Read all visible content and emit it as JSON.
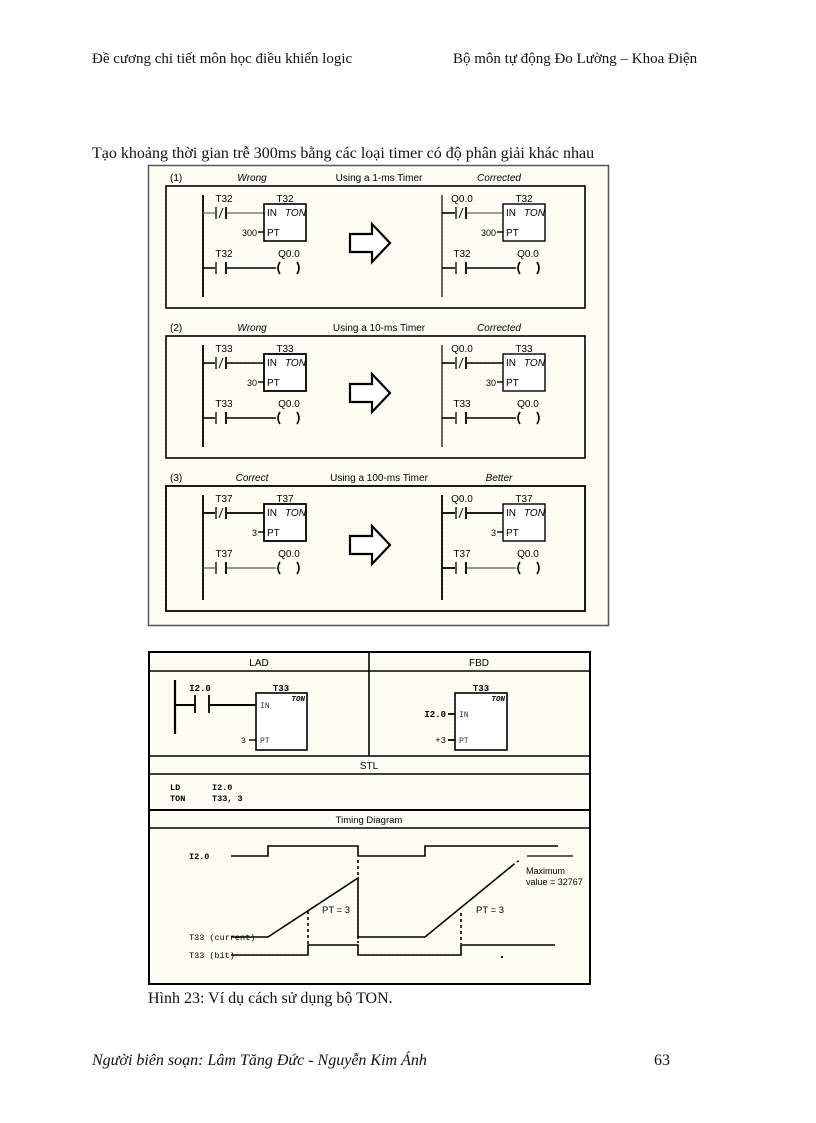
{
  "header": {
    "left": "Đề cương chi tiết môn học điều khiển logic",
    "right": "Bộ môn tự động Đo Lường – Khoa  Điện"
  },
  "intro_text": "Tạo khoảng thời gian trễ 300ms bằng các loại timer có độ phân giải khác nhau",
  "figure_timers": {
    "panels": [
      {
        "number": "(1)",
        "left_label": "Wrong",
        "title": "Using a 1-ms Timer",
        "right_label": "Corrected",
        "left": {
          "contact1": "T32",
          "timer": "T32",
          "in": "IN",
          "type": "TON",
          "pt_value": "300",
          "pt": "PT",
          "contact2": "T32",
          "coil": "Q0.0"
        },
        "right": {
          "contact1": "Q0.0",
          "timer": "T32",
          "in": "IN",
          "type": "TON",
          "pt_value": "300",
          "pt": "PT",
          "contact2": "T32",
          "coil": "Q0.0"
        }
      },
      {
        "number": "(2)",
        "left_label": "Wrong",
        "title": "Using a 10-ms Timer",
        "right_label": "Corrected",
        "left": {
          "contact1": "T33",
          "timer": "T33",
          "in": "IN",
          "type": "TON",
          "pt_value": "30",
          "pt": "PT",
          "contact2": "T33",
          "coil": "Q0.0"
        },
        "right": {
          "contact1": "Q0.0",
          "timer": "T33",
          "in": "IN",
          "type": "TON",
          "pt_value": "30",
          "pt": "PT",
          "contact2": "T33",
          "coil": "Q0.0"
        }
      },
      {
        "number": "(3)",
        "left_label": "Correct",
        "title": "Using a 100-ms Timer",
        "right_label": "Better",
        "left": {
          "contact1": "T37",
          "timer": "T37",
          "in": "IN",
          "type": "TON",
          "pt_value": "3",
          "pt": "PT",
          "contact2": "T37",
          "coil": "Q0.0"
        },
        "right": {
          "contact1": "Q0.0",
          "timer": "T37",
          "in": "IN",
          "type": "TON",
          "pt_value": "3",
          "pt": "PT",
          "contact2": "T37",
          "coil": "Q0.0"
        }
      }
    ]
  },
  "figure_ton": {
    "lad": {
      "header": "LAD",
      "contact": "I2.0",
      "timer": "T33",
      "type": "TON",
      "in": "IN",
      "pt": "PT",
      "pt_value": "3"
    },
    "fbd": {
      "header": "FBD",
      "timer": "T33",
      "type": "TON",
      "in_signal": "I2.0",
      "in": "IN",
      "pt": "PT",
      "pt_value": "+3"
    },
    "stl": {
      "header": "STL",
      "lines": [
        {
          "op": "LD",
          "arg": "I2.0"
        },
        {
          "op": "TON",
          "arg": "T33, 3"
        }
      ]
    },
    "timing": {
      "header": "Timing Diagram",
      "signals": [
        "I2.0",
        "T33  (current)",
        "T33  (bit)"
      ],
      "pt_label_1": "PT = 3",
      "pt_label_2": "PT = 3",
      "max_label_1": "Maximum",
      "max_label_2": "value = 32767"
    }
  },
  "caption": "Hình 23: Ví dụ cách sử dụng bộ TON.",
  "footer": {
    "author": "Người biên soạn: Lâm Tăng Đức - Nguyễn Kim Ánh",
    "page": "63"
  }
}
